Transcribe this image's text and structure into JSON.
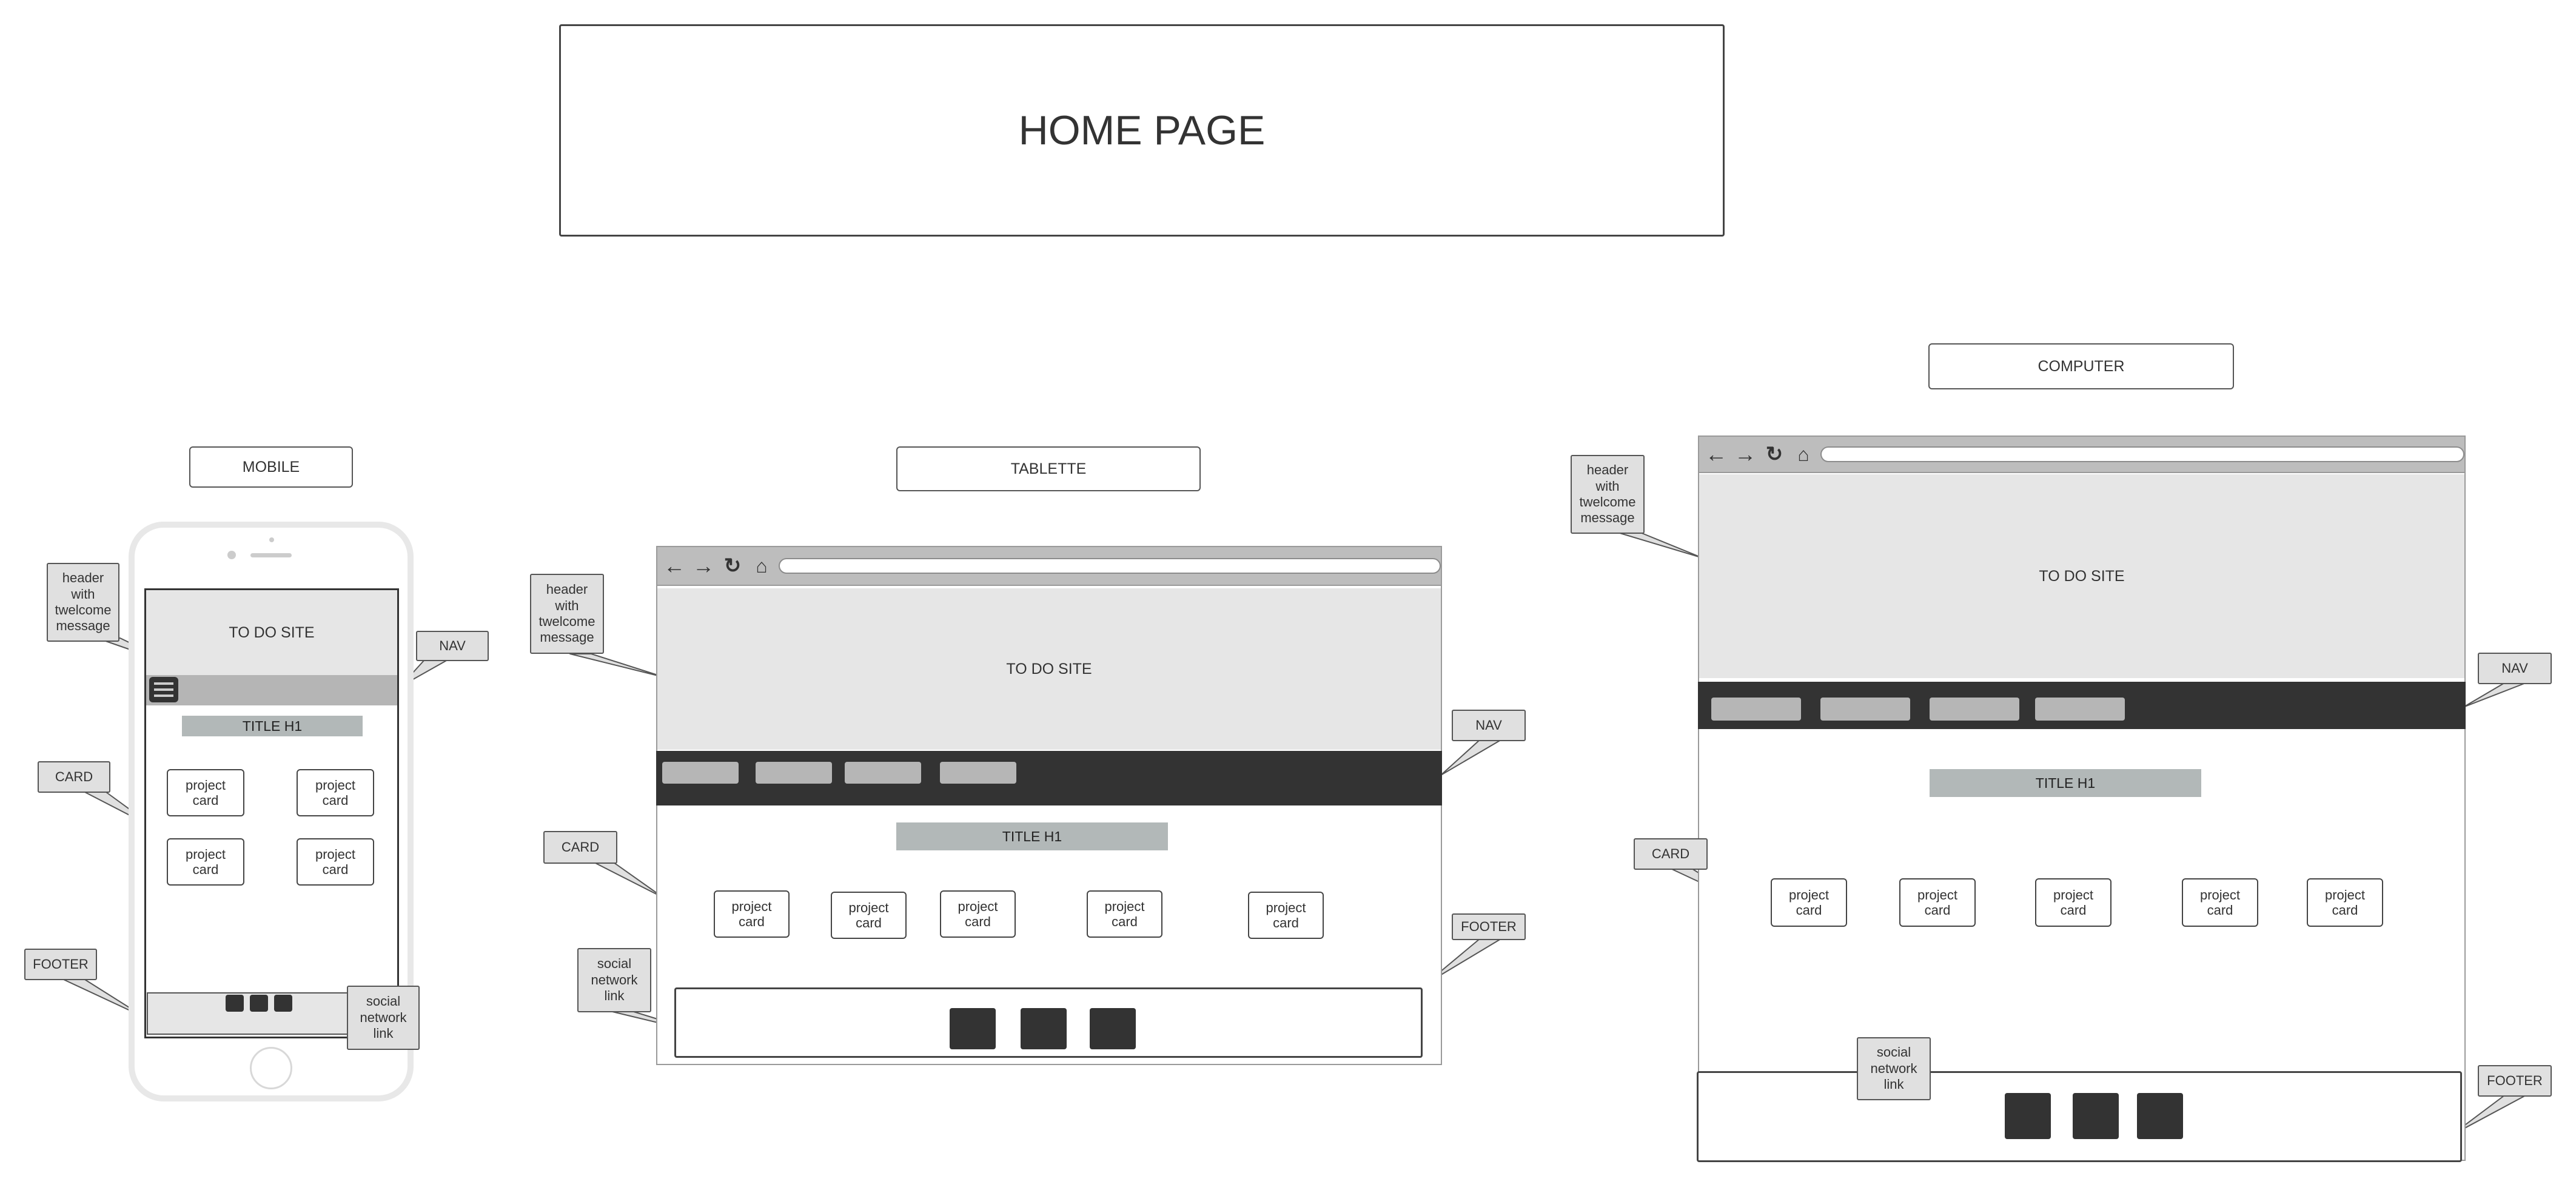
{
  "page_title": "HOME PAGE",
  "devices": {
    "mobile": {
      "label": "MOBILE",
      "header_text": "TO DO SITE",
      "title": "TITLE H1",
      "cards": [
        "project\ncard",
        "project\ncard",
        "project\ncard",
        "project\ncard"
      ]
    },
    "tablet": {
      "label": "TABLETTE",
      "header_text": "TO DO SITE",
      "title": "TITLE H1",
      "cards": [
        "project\ncard",
        "project\ncard",
        "project\ncard",
        "project\ncard",
        "project\ncard"
      ]
    },
    "computer": {
      "label": "COMPUTER",
      "header_text": "TO DO SITE",
      "title": "TITLE H1",
      "cards": [
        "project\ncard",
        "project\ncard",
        "project\ncard",
        "project\ncard",
        "project\ncard"
      ]
    }
  },
  "callouts": {
    "header": "header\nwith\ntwelcome\nmessage",
    "nav": "NAV",
    "card": "CARD",
    "footer": "FOOTER",
    "social": "social\nnetwork\nlink"
  },
  "colors": {
    "callout_fill": "#e0e0e0",
    "nav_dark": "#333333",
    "header_gray": "#e6e6e6",
    "title_bar": "#b2b8b8"
  },
  "icons": [
    "arrow-left-icon",
    "arrow-right-icon",
    "refresh-icon",
    "home-icon",
    "hamburger-menu-icon"
  ]
}
